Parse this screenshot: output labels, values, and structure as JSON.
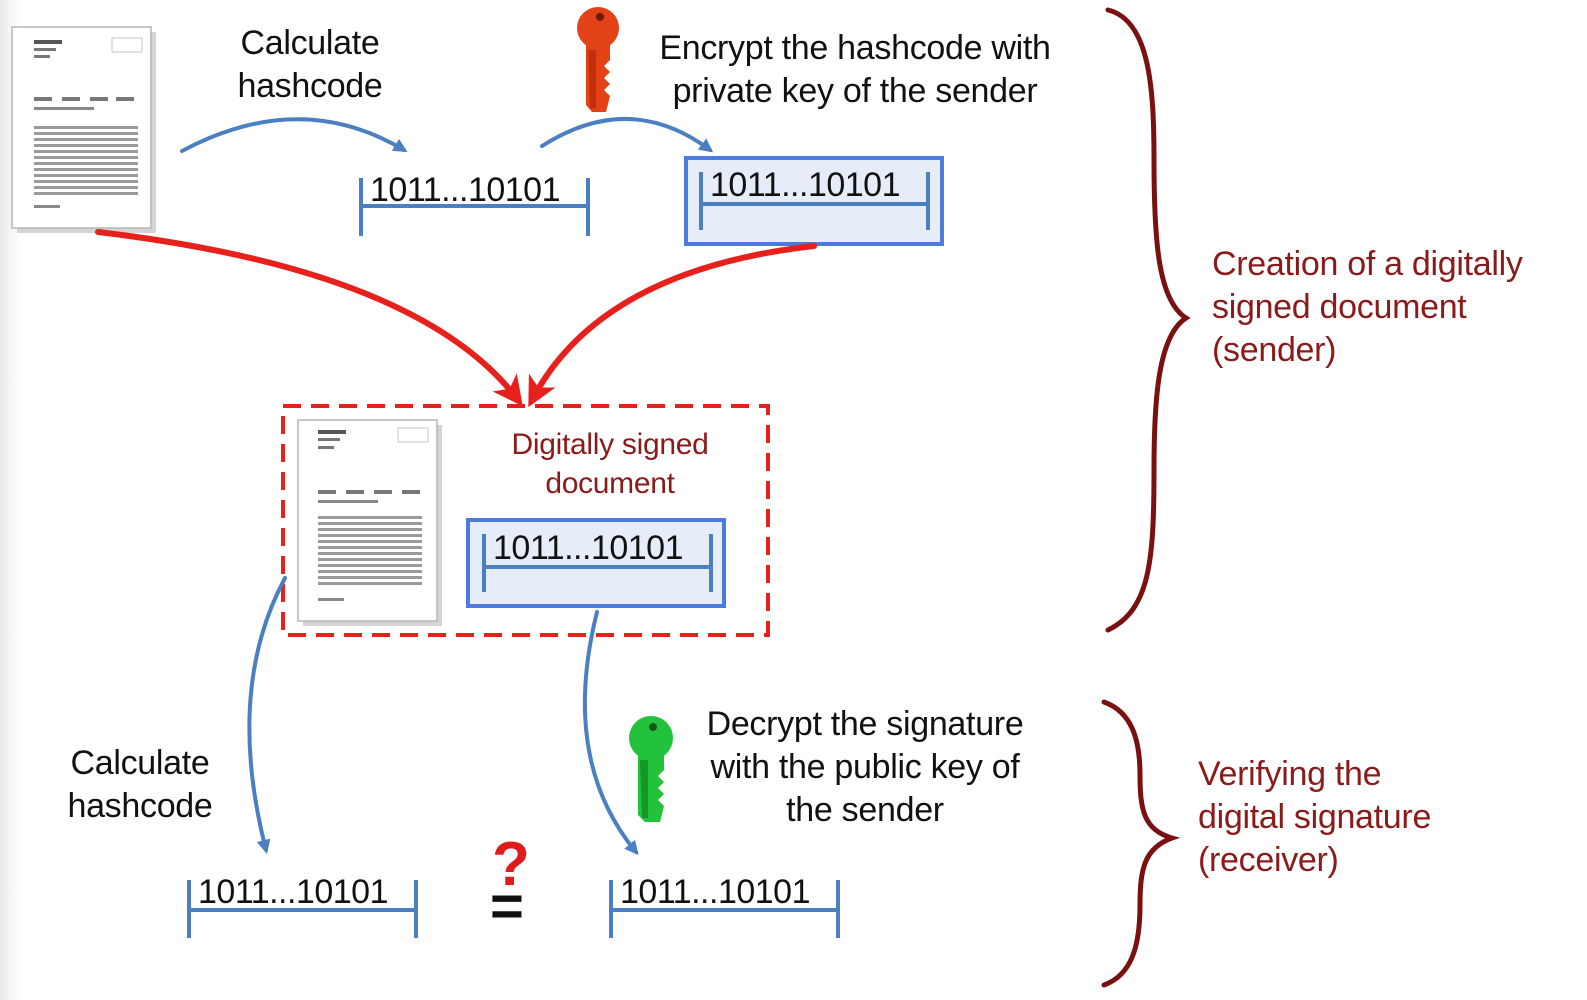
{
  "steps": {
    "calc_hash_top": "Calculate\nhashcode",
    "encrypt": "Encrypt the hashcode with\nprivate key of the sender",
    "calc_hash_bottom": "Calculate\nhashcode",
    "decrypt": "Decrypt the signature\nwith the public key of\nthe sender"
  },
  "hash_value": "1011...10101",
  "signed_doc_label": "Digitally signed\ndocument",
  "groups": {
    "creation": "Creation of a digitally\nsigned document\n(sender)",
    "verify": "Verifying the\ndigital signature\n(receiver)"
  },
  "compare": {
    "question": "?",
    "equals": "="
  },
  "colors": {
    "flow_arrow": "#4a7fc1",
    "merge_arrow": "#e8201c",
    "brace": "#7a1010",
    "group_text": "#8b1a1a",
    "private_key": "#e24216",
    "public_key": "#22c33a",
    "signature_fill": "#e7edf8",
    "signature_border": "#4b7bdc",
    "dashed_box": "#e8201c"
  },
  "icons": {
    "private_key": "red-key-icon",
    "public_key": "green-key-icon",
    "document": "document-icon"
  }
}
